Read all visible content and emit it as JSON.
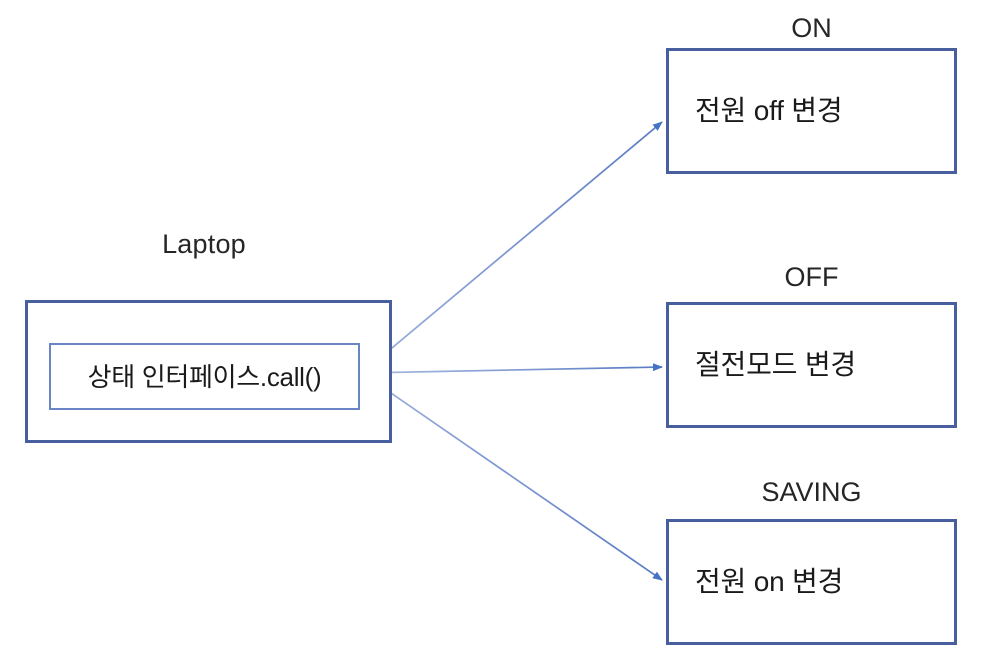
{
  "diagram": {
    "type": "flow-diagram",
    "background_color": "#ffffff",
    "box_border_color": "#475f9e",
    "inner_box_border_color": "#6a86c6",
    "arrow_color": "#4472c4",
    "source": {
      "title": "Laptop",
      "inner_label": "상태 인터페이스.call()"
    },
    "targets": [
      {
        "title": "ON",
        "label": "전원 off 변경"
      },
      {
        "title": "OFF",
        "label": "절전모드 변경"
      },
      {
        "title": "SAVING",
        "label": "전원 on 변경"
      }
    ],
    "connections": [
      {
        "from": "상태 인터페이스.call()",
        "to": "전원 off 변경",
        "style": "arrow"
      },
      {
        "from": "상태 인터페이스.call()",
        "to": "절전모드 변경",
        "style": "arrow"
      },
      {
        "from": "상태 인터페이스.call()",
        "to": "전원 on 변경",
        "style": "arrow"
      }
    ]
  }
}
